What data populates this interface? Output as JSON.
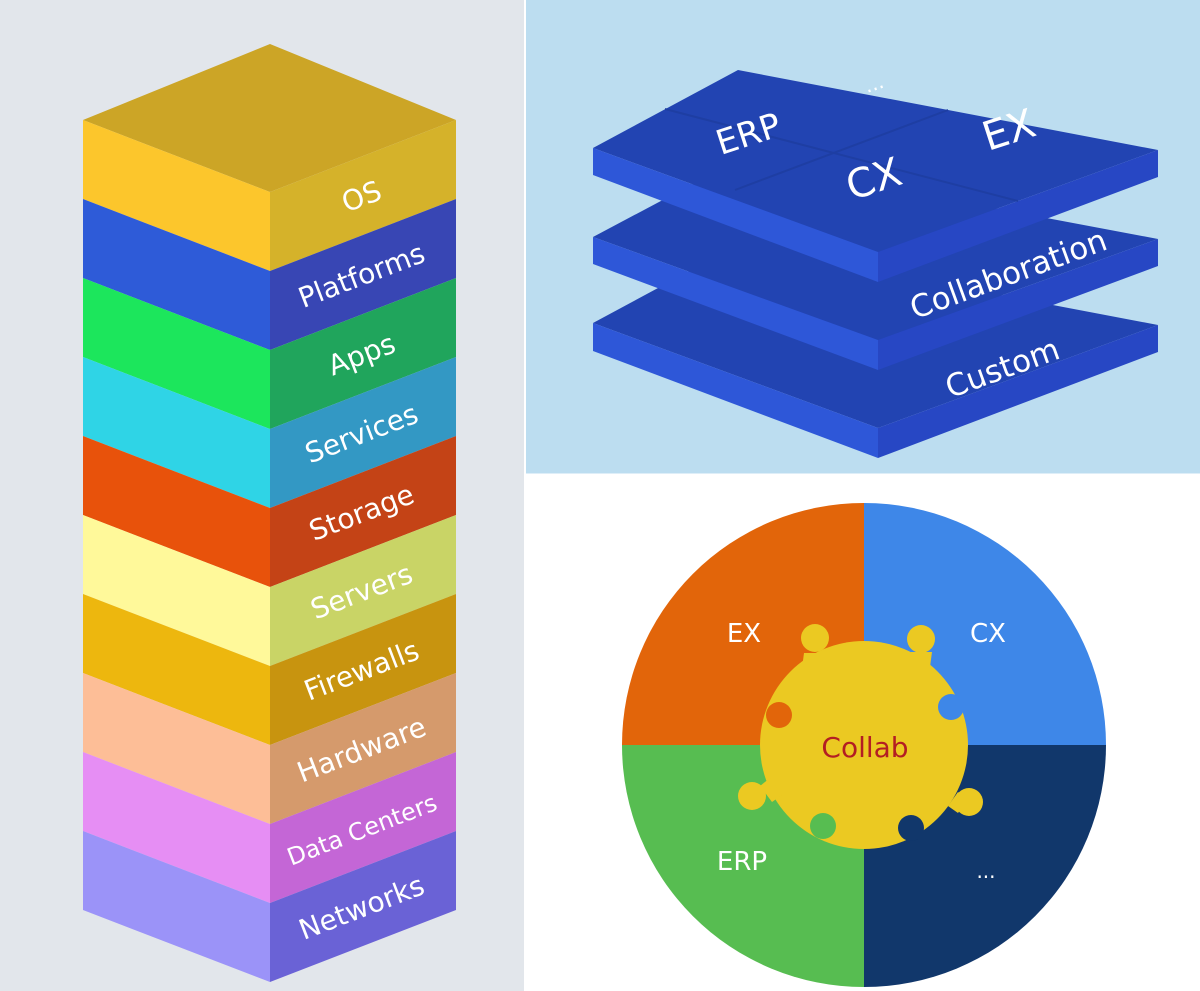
{
  "tower": {
    "layers": [
      {
        "label": "OS",
        "front": "#FCC62C",
        "side": "#D5B22A"
      },
      {
        "label": "Platforms",
        "front": "#2E5BD8",
        "side": "#3846B4"
      },
      {
        "label": "Apps",
        "front": "#1CE65C",
        "side": "#20A55C"
      },
      {
        "label": "Services",
        "front": "#2FD4E6",
        "side": "#3398C4"
      },
      {
        "label": "Storage",
        "front": "#E8520B",
        "side": "#C44316"
      },
      {
        "label": "Servers",
        "front": "#FFF99A",
        "side": "#C9D466"
      },
      {
        "label": "Firewalls",
        "front": "#EDB70E",
        "side": "#C8940F"
      },
      {
        "label": "Hardware",
        "front": "#FDBE97",
        "side": "#D59A6C"
      },
      {
        "label": "Data Centers",
        "front": "#E68EF4",
        "side": "#C466D6"
      },
      {
        "label": "Networks",
        "front": "#9B93F8",
        "side": "#6A62D6"
      }
    ],
    "top_color": "#CCA526",
    "background": "#E2E6EB"
  },
  "slabs": {
    "background": "#BCDDF0",
    "top_slab": {
      "cells": [
        "ERP",
        "CX",
        "EX",
        "..."
      ]
    },
    "middle_slab": {
      "label": "Collaboration"
    },
    "bottom_slab": {
      "label": "Custom"
    },
    "colors": {
      "top": "#2244B2",
      "front": "#2E57D8",
      "right": "#2747C4"
    }
  },
  "wheel": {
    "center_label": "Collab",
    "center_color": "#EBC922",
    "center_text_color": "#B31E23",
    "quadrants": [
      {
        "label": "EX",
        "color": "#E2650A"
      },
      {
        "label": "CX",
        "color": "#3E87E8"
      },
      {
        "label": "...",
        "color": "#11376B"
      },
      {
        "label": "ERP",
        "color": "#57BD51"
      }
    ]
  }
}
